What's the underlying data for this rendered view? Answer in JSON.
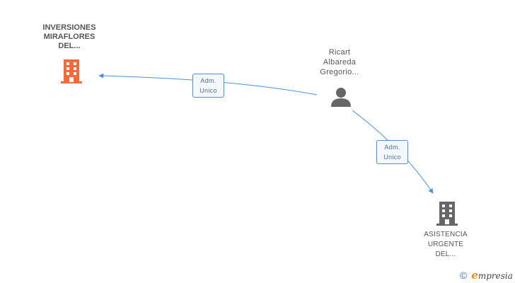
{
  "nodes": {
    "company_main": {
      "label": "INVERSIONES\nMIRAFLORES\nDEL...",
      "icon": "building-icon",
      "color": "#f26b3a"
    },
    "person": {
      "label": "Ricart\nAlbareda\nGregorio...",
      "icon": "person-icon",
      "color": "#666666"
    },
    "company_two": {
      "label": "ASISTENCIA\nURGENTE\nDEL...",
      "icon": "building-icon",
      "color": "#666666"
    }
  },
  "edges": [
    {
      "from": "person",
      "to": "company_main",
      "label": "Adm.\nUnico"
    },
    {
      "from": "person",
      "to": "company_two",
      "label": "Adm.\nUnico"
    }
  ],
  "footer": {
    "copyright": "©",
    "brand_initial": "e",
    "brand_rest": "mpresia"
  },
  "colors": {
    "edge": "#4a90e2",
    "accent": "#f26b3a"
  }
}
